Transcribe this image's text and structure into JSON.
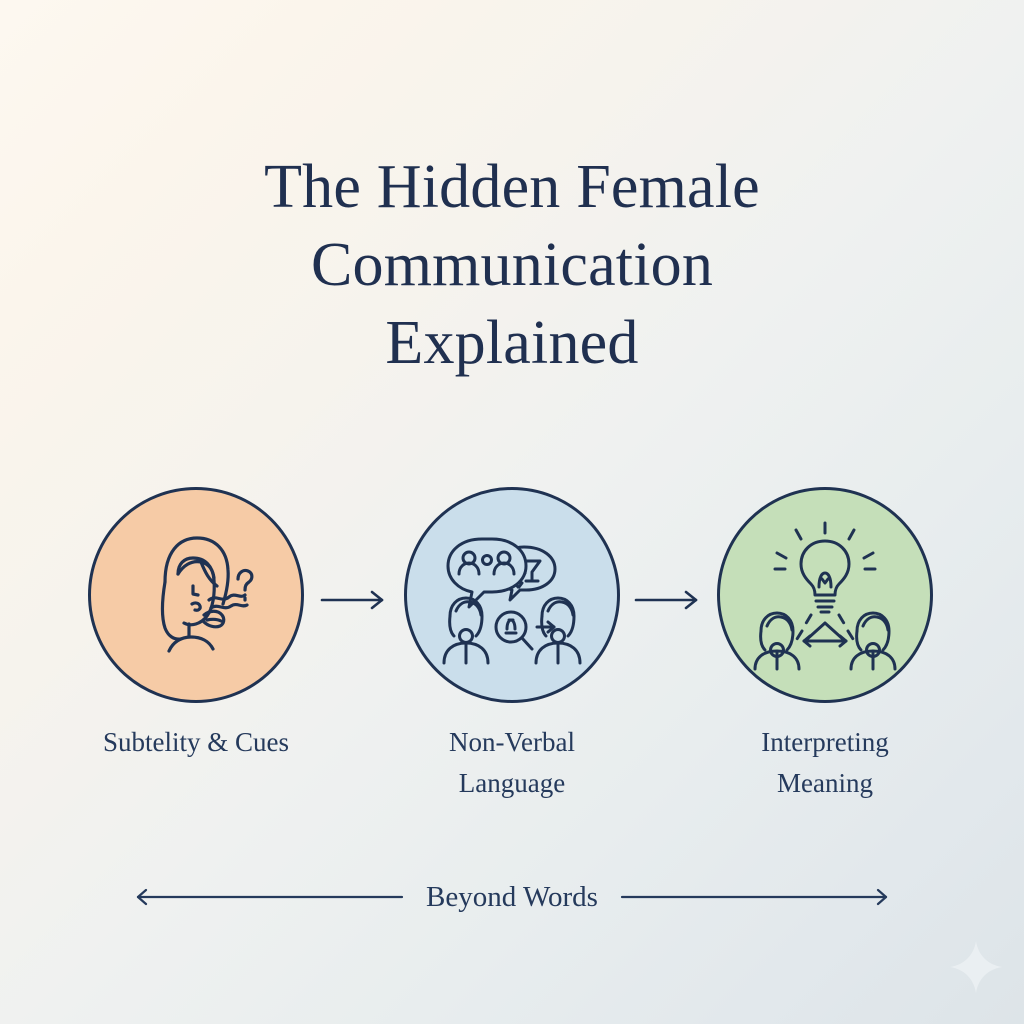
{
  "poster": {
    "background_start": "#fdf8f0",
    "background_end": "#dde4e8",
    "ink_color": "#203050"
  },
  "title": {
    "line1": "The Hidden Female",
    "line2": "Communication",
    "line3": "Explained",
    "color": "#203050"
  },
  "steps": [
    {
      "id": "subtlety-cues",
      "label_line1": "Subtelity & Cues",
      "label_line2": "",
      "circle_fill": "#f6cba6",
      "circle_stroke": "#1f3252",
      "icon": "whispering-woman-question-icon"
    },
    {
      "id": "non-verbal-language",
      "label_line1": "Non-Verbal",
      "label_line2": "Language",
      "circle_fill": "#cadeeb",
      "circle_stroke": "#1f3252",
      "icon": "speech-bubbles-two-women-magnifier-icon"
    },
    {
      "id": "interpreting-meaning",
      "label_line1": "Interpreting",
      "label_line2": "Meaning",
      "circle_fill": "#c5dfb9",
      "circle_stroke": "#1f3252",
      "icon": "lightbulb-two-women-exchange-icon"
    }
  ],
  "connectors": [
    {
      "id": "connector-1",
      "icon": "arrow-right-icon"
    },
    {
      "id": "connector-2",
      "icon": "arrow-right-icon"
    }
  ],
  "footer": {
    "text": "Beyond Words",
    "left_rule": "line-with-left-arrowhead",
    "right_rule": "line-with-right-arrowhead",
    "color": "#253a5c"
  },
  "watermark": {
    "icon": "sparkle-four-point-star-icon",
    "color": "#eef3f5"
  }
}
